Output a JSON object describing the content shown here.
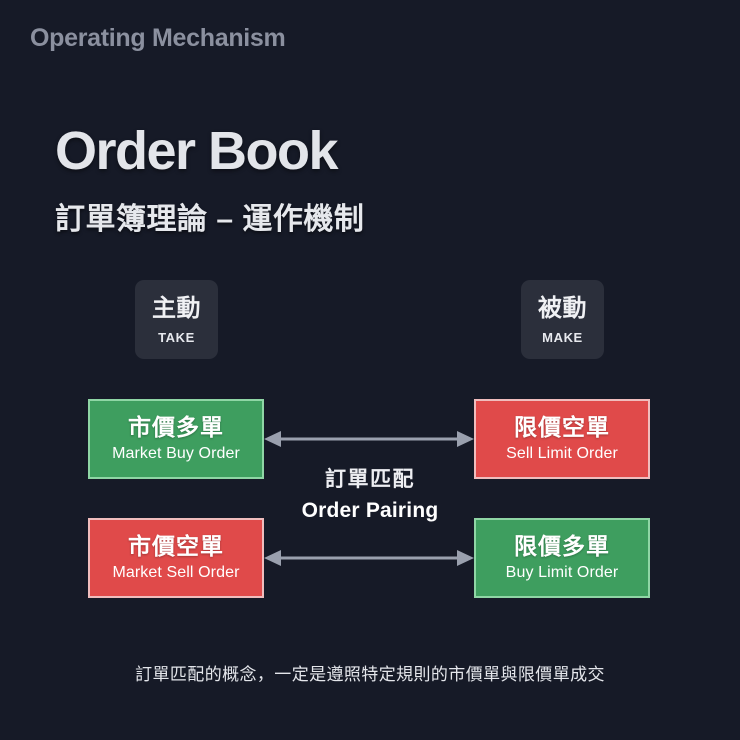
{
  "page": {
    "background_color": "#161a27",
    "eyebrow": "Operating Mechanism",
    "title": "Order Book",
    "subtitle": "訂單簿理論 – 運作機制",
    "footnote": "訂單匹配的概念，一定是遵照特定規則的市價單與限價單成交"
  },
  "badges": [
    {
      "zh": "主動",
      "en": "TAKE",
      "background_color": "#2b2f3b"
    },
    {
      "zh": "被動",
      "en": "MAKE",
      "background_color": "#2b2f3b"
    }
  ],
  "boxes": {
    "top_left": {
      "zh": "市價多單",
      "en": "Market Buy Order",
      "color": "#3e9e5f",
      "border_color": "#8fd6a5"
    },
    "top_right": {
      "zh": "限價空單",
      "en": "Sell Limit Order",
      "color": "#e04a4a",
      "border_color": "#f0bdbd"
    },
    "bottom_left": {
      "zh": "市價空單",
      "en": "Market Sell Order",
      "color": "#e04a4a",
      "border_color": "#f0bdbd"
    },
    "bottom_right": {
      "zh": "限價多單",
      "en": "Buy Limit Order",
      "color": "#3e9e5f",
      "border_color": "#8fd6a5"
    }
  },
  "center": {
    "zh": "訂單匹配",
    "en": "Order Pairing",
    "arrow_color": "#9aa0ae"
  }
}
